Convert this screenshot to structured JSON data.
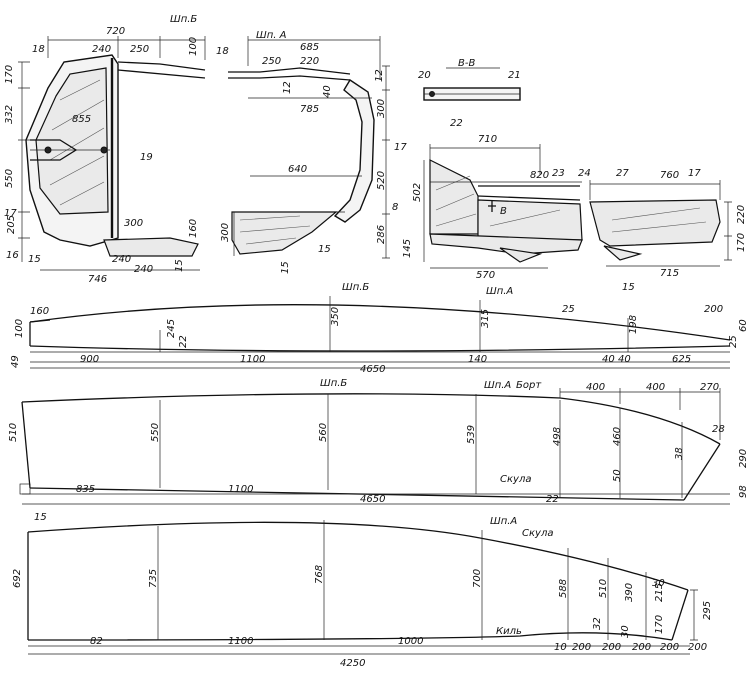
{
  "sections": {
    "b_frame": "Шп.Б",
    "a_frame": "Шп. А",
    "v_v": "В-В",
    "v_arrow": "В"
  },
  "dims_left": [
    "720",
    "240",
    "250",
    "100",
    "170",
    "332",
    "855",
    "550",
    "205",
    "746",
    "240",
    "240",
    "300",
    "160",
    "15"
  ],
  "dims_mid": [
    "685",
    "250",
    "220",
    "12",
    "12",
    "40",
    "785",
    "300",
    "640",
    "520",
    "300",
    "286",
    "15",
    "8"
  ],
  "dims_right": [
    "710",
    "820",
    "760",
    "502",
    "145",
    "570",
    "715",
    "220",
    "170"
  ],
  "parts": [
    "18",
    "19",
    "17",
    "16",
    "15",
    "18",
    "17",
    "15",
    "20",
    "21",
    "22",
    "23",
    "24",
    "27",
    "17",
    "15",
    "25",
    "28",
    "30"
  ],
  "panel25": {
    "label_frame_b": "Шп.Б",
    "label_frame_a": "Шп.А",
    "dims": [
      "160",
      "100",
      "245",
      "22",
      "350",
      "315",
      "198",
      "200",
      "60",
      "25",
      "40",
      "900",
      "1100",
      "40",
      "625",
      "4650",
      "140",
      "49"
    ]
  },
  "panel28": {
    "label_frame_b": "Шп.Б",
    "label_frame_a": "Шп.А",
    "label_bort": "Борт",
    "label_skula": "Скула",
    "dims": [
      "400",
      "400",
      "270",
      "510",
      "550",
      "560",
      "539",
      "498",
      "460",
      "38",
      "290",
      "50",
      "22",
      "835",
      "1100",
      "4650",
      "98"
    ]
  },
  "panel30": {
    "label_frame_a": "Шп.А",
    "label_skula": "Скула",
    "label_kil": "Киль",
    "dims": [
      "15",
      "692",
      "735",
      "768",
      "700",
      "588",
      "510",
      "390",
      "215",
      "295",
      "32",
      "30",
      "170",
      "82",
      "1100",
      "1000",
      "4250",
      "10",
      "200",
      "200",
      "200",
      "200",
      "200"
    ]
  }
}
